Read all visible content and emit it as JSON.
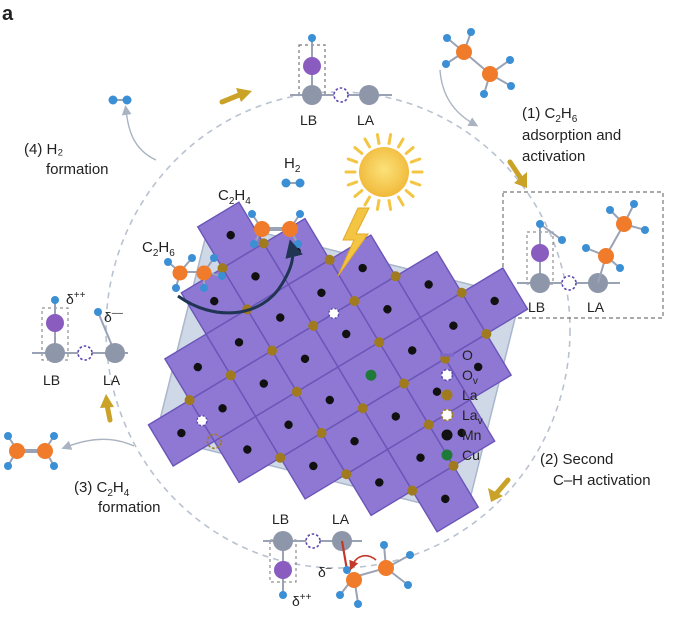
{
  "panel_label": "a",
  "steps": {
    "s1_line1_pre": "(1) C",
    "s1_sub1": "2",
    "s1_mid": "H",
    "s1_sub2": "6",
    "s1_line2": "adsorption and",
    "s1_line3": "activation",
    "s2_line1": "(2) Second",
    "s2_line2": "C–H activation",
    "s3_pre": "(3) C",
    "s3_sub1": "2",
    "s3_mid": "H",
    "s3_sub2": "4",
    "s3_line2": "formation",
    "s4_line1": "(4) H₂",
    "s4_line2": "formation"
  },
  "site_labels": {
    "lb": "LB",
    "la": "LA"
  },
  "charges": {
    "delta_plus_base": "δ",
    "delta_plus_sup": "++",
    "delta_minus_base": "δ",
    "delta_minus_sup": "––",
    "delta_minus_short": "δ",
    "delta_minus_short_sup": "–"
  },
  "molecules": {
    "h2_base": "H",
    "h2_sub": "2",
    "c2h4_c": "C",
    "c2h4_sub1": "2",
    "c2h4_h": "H",
    "c2h4_sub2": "4",
    "c2h6_c": "C",
    "c2h6_sub1": "2",
    "c2h6_h": "H",
    "c2h6_sub2": "6"
  },
  "legend": [
    {
      "label": "O",
      "sub": "",
      "marker": "line",
      "color": "#7b68c8"
    },
    {
      "label": "O",
      "sub": "v",
      "marker": "dashed-circle",
      "color": "#5b48b0"
    },
    {
      "label": "La",
      "sub": "",
      "marker": "dot",
      "color": "#a07a1e"
    },
    {
      "label": "La",
      "sub": "v",
      "marker": "dashed-circle",
      "color": "#a07a1e"
    },
    {
      "label": "Mn",
      "sub": "",
      "marker": "dot",
      "color": "#111111"
    },
    {
      "label": "Cu",
      "sub": "",
      "marker": "dot",
      "color": "#1f7a3a"
    }
  ],
  "colors": {
    "carbon": "#f07b2a",
    "hydrogen": "#3b8fd4",
    "site_gray": "#8e97aa",
    "site_purple": "#8a5cc0",
    "octahedron": "#8f78d4",
    "octahedron_edge": "#6a55b8",
    "slab_bg": "#cfd8e6",
    "sun": "#f4c542",
    "arrow_gold": "#c9a227",
    "cycle": "#b9c2d0"
  },
  "icons": [
    "sun-icon",
    "lightning-icon",
    "curved-arrow-icon"
  ]
}
